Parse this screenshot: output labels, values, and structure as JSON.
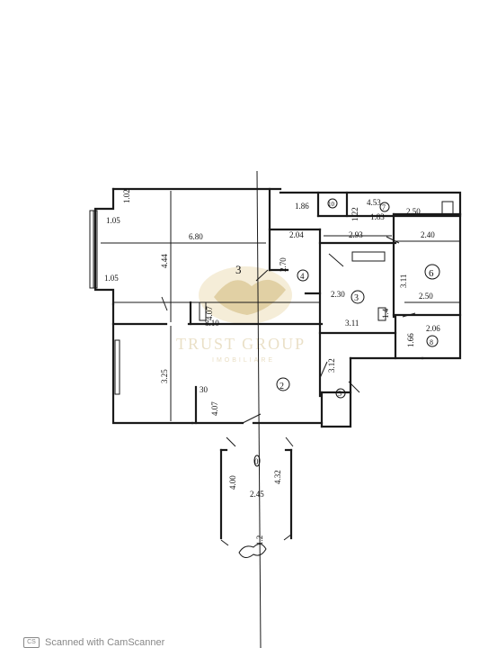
{
  "plan": {
    "room_labels": [
      "3",
      "2",
      "3",
      "4",
      "5",
      "6",
      "7",
      "8",
      "10",
      "0"
    ],
    "dimensions": [
      "1.02",
      "1.05",
      "6.80",
      "4.44",
      "1.05",
      "8.10",
      "3.25",
      "4.07",
      "30",
      "4.07",
      "1.86",
      "4.53",
      "2.50",
      "1.22",
      "1.83",
      "2.04",
      "2.93",
      "2.40",
      "2.70",
      "2.30",
      "3.11",
      "2.50",
      "1.4",
      "3.11",
      "2.06",
      "1.66",
      "3.12",
      "4.00",
      "2.45",
      "4.32",
      "1.2"
    ]
  },
  "watermark": {
    "brand": "TRUST GROUP",
    "tagline": "IMOBILIARE"
  },
  "footer": {
    "badge": "CS",
    "text": "Scanned with CamScanner"
  }
}
